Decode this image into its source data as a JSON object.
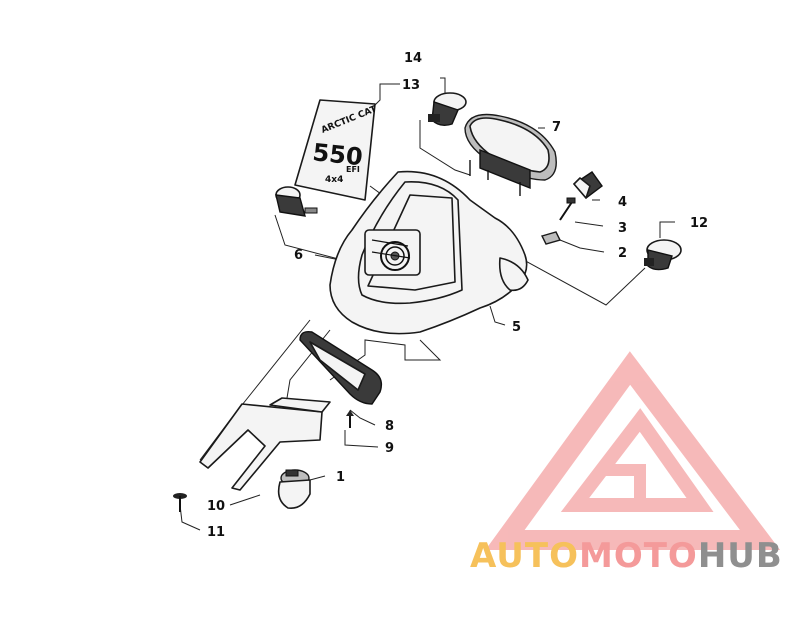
{
  "callouts": [
    {
      "id": "1",
      "label": "1"
    },
    {
      "id": "2",
      "label": "2"
    },
    {
      "id": "3",
      "label": "3"
    },
    {
      "id": "4",
      "label": "4"
    },
    {
      "id": "5",
      "label": "5"
    },
    {
      "id": "6",
      "label": "6"
    },
    {
      "id": "7",
      "label": "7"
    },
    {
      "id": "8",
      "label": "8"
    },
    {
      "id": "9",
      "label": "9"
    },
    {
      "id": "10",
      "label": "10"
    },
    {
      "id": "11",
      "label": "11"
    },
    {
      "id": "12",
      "label": "12"
    },
    {
      "id": "13",
      "label": "13"
    },
    {
      "id": "14",
      "label": "14"
    }
  ],
  "decal": {
    "brand": "ARCTIC CAT",
    "model": "550",
    "suffix": "EFI",
    "drive": "4x4"
  },
  "watermark": {
    "part1": "AUTO",
    "part2": "MOTO",
    "part3": "HUB",
    "colors": {
      "auto": "#f6c15b",
      "moto": "#f49a9a",
      "hub": "#8f8f8f",
      "logo": "#f08080"
    }
  }
}
